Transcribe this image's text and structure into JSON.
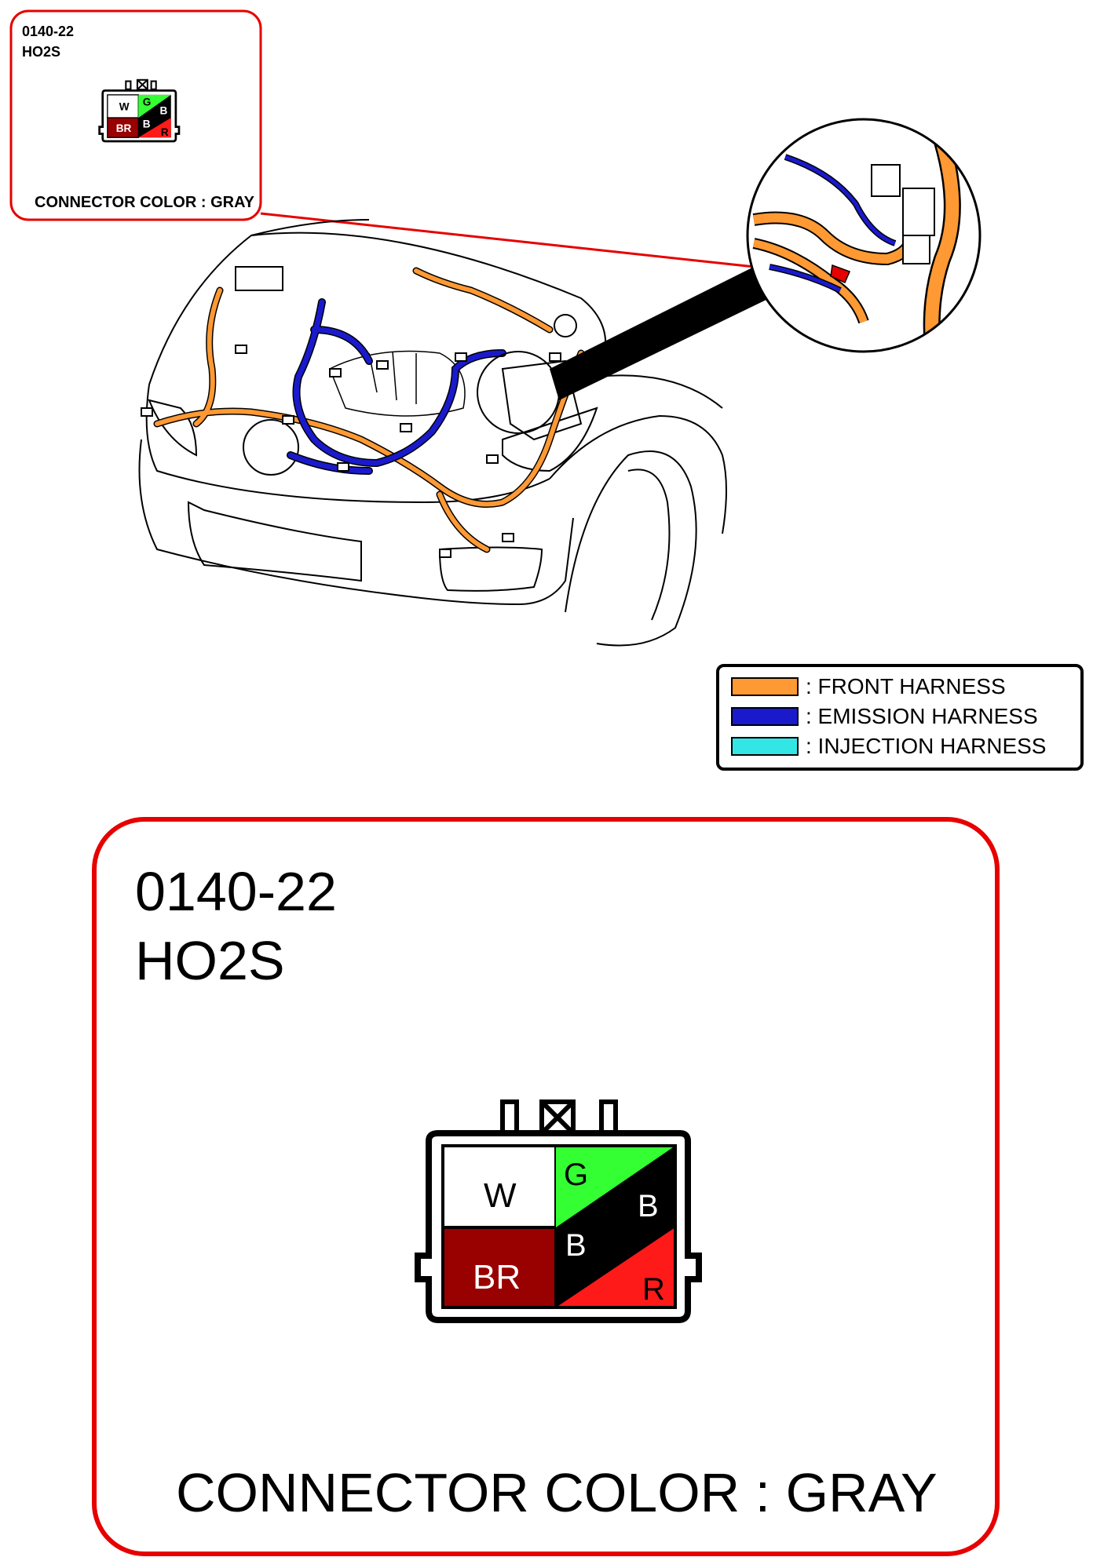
{
  "small_panel": {
    "code": "0140-22",
    "name": "HO2S",
    "connector_color_label": "CONNECTOR COLOR : GRAY"
  },
  "large_panel": {
    "code": "0140-22",
    "name": "HO2S",
    "connector_color_label": "CONNECTOR COLOR : GRAY"
  },
  "connector": {
    "pins": [
      {
        "label": "W",
        "color": "#ffffff",
        "text_color": "#000000"
      },
      {
        "label": "G",
        "color": "#33ff33",
        "text_color": "#000000"
      },
      {
        "label": "B",
        "color": "#000000",
        "text_color": "#ffffff"
      },
      {
        "label": "BR",
        "color": "#990000",
        "text_color": "#ffffff"
      },
      {
        "label": "B",
        "color": "#000000",
        "text_color": "#ffffff"
      },
      {
        "label": "R",
        "color": "#ff1a1a",
        "text_color": "#000000"
      }
    ]
  },
  "legend": {
    "items": [
      {
        "label": ": FRONT HARNESS",
        "color": "#ff9933"
      },
      {
        "label": ": EMISSION HARNESS",
        "color": "#1a1acc"
      },
      {
        "label": ": INJECTION HARNESS",
        "color": "#33e6e6"
      }
    ]
  },
  "colors": {
    "callout_red": "#e60000",
    "front_harness": "#ff9933",
    "emission_harness": "#1a1acc"
  }
}
